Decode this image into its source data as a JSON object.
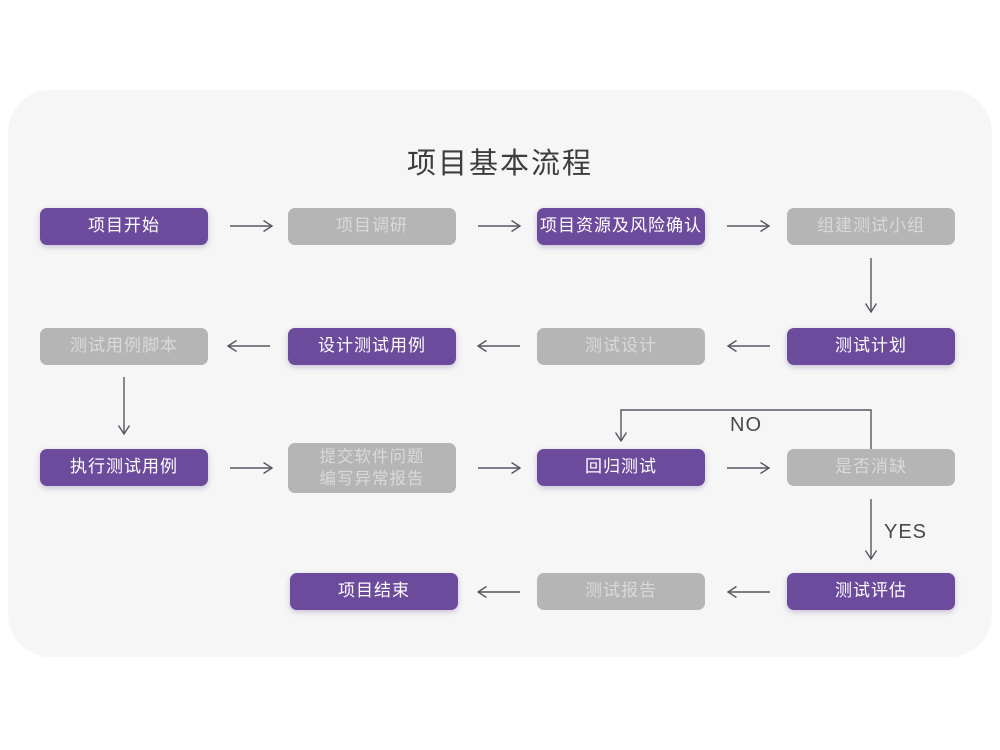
{
  "title": "项目基本流程",
  "colors": {
    "background": "#ffffff",
    "card": "#f6f6f6",
    "purple_node": "#6c4b9d",
    "gray_node": "#b5b5b5",
    "purple_node_text": "#ffffff",
    "gray_node_text": "#d9d9d9",
    "arrow": "#5a5560",
    "title_text": "#3d3d3d",
    "edge_label_text": "#4a4a4a"
  },
  "nodes": [
    {
      "id": "project-start",
      "label": "项目开始",
      "variant": "purple"
    },
    {
      "id": "project-research",
      "label": "项目调研",
      "variant": "gray"
    },
    {
      "id": "resources-risk-confirm",
      "label": "项目资源及风险确认",
      "variant": "purple"
    },
    {
      "id": "form-test-team",
      "label": "组建测试小组",
      "variant": "gray"
    },
    {
      "id": "test-plan",
      "label": "测试计划",
      "variant": "purple"
    },
    {
      "id": "test-design",
      "label": "测试设计",
      "variant": "gray"
    },
    {
      "id": "design-test-cases",
      "label": "设计测试用例",
      "variant": "purple"
    },
    {
      "id": "test-case-script",
      "label": "测试用例脚本",
      "variant": "gray"
    },
    {
      "id": "execute-test-cases",
      "label": "执行测试用例",
      "variant": "purple"
    },
    {
      "id": "submit-issues-report",
      "label": "提交软件问题\n编写异常报告",
      "variant": "gray"
    },
    {
      "id": "regression-test",
      "label": "回归测试",
      "variant": "purple"
    },
    {
      "id": "defect-cleared",
      "label": "是否消缺",
      "variant": "gray"
    },
    {
      "id": "test-evaluation",
      "label": "测试评估",
      "variant": "purple"
    },
    {
      "id": "test-report",
      "label": "测试报告",
      "variant": "gray"
    },
    {
      "id": "project-end",
      "label": "项目结束",
      "variant": "purple"
    }
  ],
  "edge_labels": {
    "no": "NO",
    "yes": "YES"
  },
  "edges": [
    {
      "from": "project-start",
      "to": "project-research",
      "label": ""
    },
    {
      "from": "project-research",
      "to": "resources-risk-confirm",
      "label": ""
    },
    {
      "from": "resources-risk-confirm",
      "to": "form-test-team",
      "label": ""
    },
    {
      "from": "form-test-team",
      "to": "test-plan",
      "label": ""
    },
    {
      "from": "test-plan",
      "to": "test-design",
      "label": ""
    },
    {
      "from": "test-design",
      "to": "design-test-cases",
      "label": ""
    },
    {
      "from": "design-test-cases",
      "to": "test-case-script",
      "label": ""
    },
    {
      "from": "test-case-script",
      "to": "execute-test-cases",
      "label": ""
    },
    {
      "from": "execute-test-cases",
      "to": "submit-issues-report",
      "label": ""
    },
    {
      "from": "submit-issues-report",
      "to": "regression-test",
      "label": ""
    },
    {
      "from": "regression-test",
      "to": "defect-cleared",
      "label": ""
    },
    {
      "from": "defect-cleared",
      "to": "regression-test",
      "label": "NO"
    },
    {
      "from": "defect-cleared",
      "to": "test-evaluation",
      "label": "YES"
    },
    {
      "from": "test-evaluation",
      "to": "test-report",
      "label": ""
    },
    {
      "from": "test-report",
      "to": "project-end",
      "label": ""
    }
  ]
}
